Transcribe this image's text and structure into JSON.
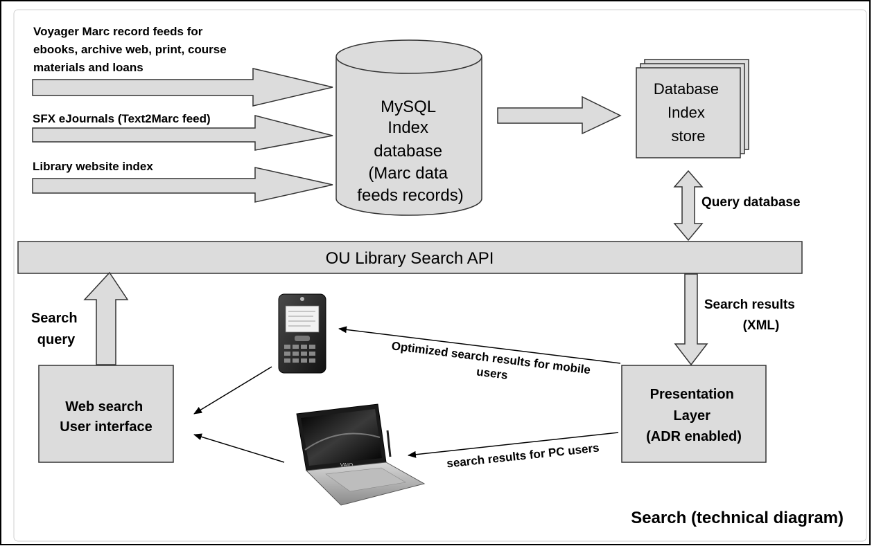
{
  "title": "Search (technical diagram)",
  "feeds": {
    "voyager": [
      "Voyager Marc record feeds for",
      "ebooks, archive web, print, course",
      "materials and loans"
    ],
    "sfx": "SFX eJournals (Text2Marc feed)",
    "website": "Library website index"
  },
  "mysql": [
    "MySQL",
    "Index",
    "database",
    "(Marc data",
    "feeds records)"
  ],
  "index_store": [
    "Database",
    "Index",
    "store"
  ],
  "api": "OU Library Search API",
  "labels": {
    "query_database": "Query database",
    "search_results": [
      "Search results",
      "(XML)"
    ],
    "search_query": [
      "Search",
      "query"
    ],
    "mobile_results": [
      "Optimized search results for mobile",
      "users"
    ],
    "pc_results": "search results for PC  users"
  },
  "web_ui": [
    "Web search",
    "User interface"
  ],
  "presentation": [
    "Presentation",
    "Layer",
    "(ADR enabled)"
  ],
  "devices": {
    "laptop_brand": "VAIO"
  },
  "colors": {
    "box_fill": "#dcdcdc",
    "arrow_fill": "#dcdcdc",
    "stroke": "#333333",
    "text": "#000000"
  }
}
